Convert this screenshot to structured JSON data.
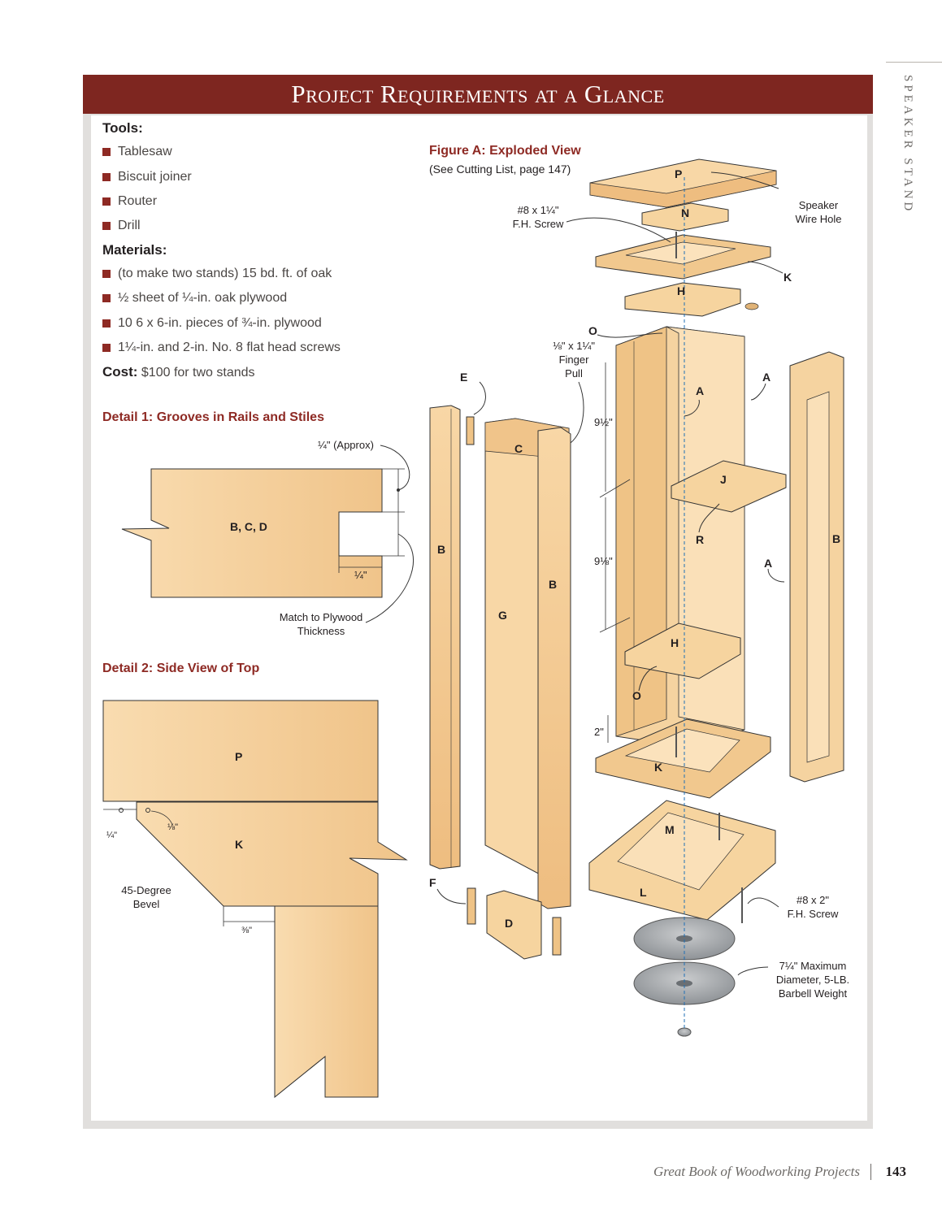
{
  "side_tab": "SPEAKER STAND",
  "banner_title": "Project Requirements at a Glance",
  "tools": {
    "heading": "Tools:",
    "items": [
      "Tablesaw",
      "Biscuit joiner",
      "Router",
      "Drill"
    ]
  },
  "materials": {
    "heading": "Materials:",
    "items": [
      "(to make two stands) 15 bd. ft. of oak",
      "½ sheet of ¼-in. oak plywood",
      "10 6 x 6-in. pieces of ¾-in. plywood",
      "1¼-in. and 2-in. No. 8 flat head screws"
    ]
  },
  "cost": {
    "label": "Cost:",
    "value": " $100 for two stands"
  },
  "detail1": {
    "title": "Detail 1: Grooves in Rails and Stiles",
    "approx": "¼\" (Approx)",
    "part_label": "B, C, D",
    "quarter": "¼\"",
    "match_line1": "Match to Plywood",
    "match_line2": "Thickness"
  },
  "detail2": {
    "title": "Detail 2: Side View of Top",
    "p": "P",
    "k": "K",
    "quarter": "¼\"",
    "eighth": "⅛\"",
    "bevel_line1": "45-Degree",
    "bevel_line2": "Bevel",
    "threeeighths": "⅜\""
  },
  "figureA": {
    "title": "Figure A: Exploded View",
    "subtitle": "(See Cutting List, page 147)",
    "screw_top_1": "#8 x 1¼\"",
    "screw_top_2": "F.H. Screw",
    "speaker_1": "Speaker",
    "speaker_2": "Wire Hole",
    "finger_1": "⅛\" x 1¼\"",
    "finger_2": "Finger",
    "finger_3": "Pull",
    "dim_9half": "9½\"",
    "dim_9eighth": "9⅛\"",
    "dim_2": "2\"",
    "screw_bot_1": "#8 x 2\"",
    "screw_bot_2": "F.H. Screw",
    "weight_1": "7¼\" Maximum",
    "weight_2": "Diameter, 5-LB.",
    "weight_3": "Barbell Weight",
    "parts": {
      "P": "P",
      "N": "N",
      "K": "K",
      "K2": "K",
      "H": "H",
      "H2": "H",
      "O": "O",
      "O2": "O",
      "A": "A",
      "A2": "A",
      "A3": "A",
      "E": "E",
      "C": "C",
      "B": "B",
      "B2": "B",
      "B3": "B",
      "G": "G",
      "J": "J",
      "R": "R",
      "M": "M",
      "L": "L",
      "F": "F",
      "D": "D"
    }
  },
  "footer": {
    "book_title": "Great Book of Woodworking Projects",
    "page_number": "143"
  },
  "colors": {
    "banner": "#7e2620",
    "accent": "#8e2a24",
    "wood_light": "#f8d9a9",
    "wood_dark": "#e9b87a",
    "panel": "#e1dfdd"
  }
}
